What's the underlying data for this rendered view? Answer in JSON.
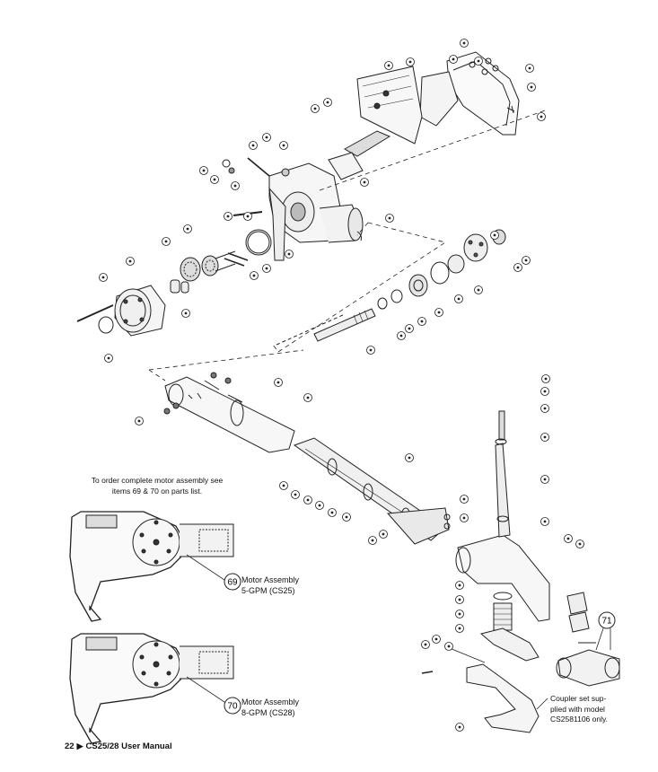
{
  "order_note": {
    "line1": "To order complete motor assembly see",
    "line2": "items 69 & 70 on parts list."
  },
  "assemblies": [
    {
      "callout": "69",
      "name": "Motor Assembly",
      "spec": "5-GPM (CS25)"
    },
    {
      "callout": "70",
      "name": "Motor Assembly",
      "spec": "8-GPM (CS28)"
    }
  ],
  "coupler_note": {
    "callout": "71",
    "line1": "Coupler set sup-",
    "line2": "plied with model",
    "line3": "CS2581106 only."
  },
  "footer": {
    "page": "22",
    "arrow": "▶",
    "title": "CS25/28 User Manual"
  }
}
